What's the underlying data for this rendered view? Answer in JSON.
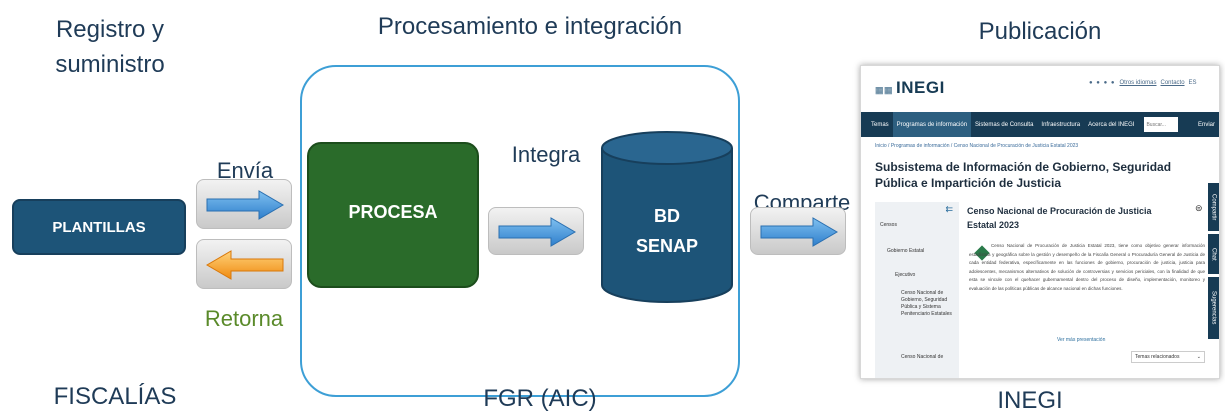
{
  "columns": {
    "registro_title": "Registro y\nsuministro",
    "procesamiento_title": "Procesamiento e integración",
    "publicacion_title": "Publicación",
    "fiscalias_label": "FISCALÍAS",
    "fgr_label": "FGR (AIC)",
    "inegi_label": "INEGI"
  },
  "flow": {
    "envia_label": "Envía",
    "retorna_label": "Retorna",
    "integra_label": "Integra",
    "comparte_label": "Comparte"
  },
  "nodes": {
    "plantillas": "PLANTILLAS",
    "procesa": "PROCESA",
    "db_line1": "BD",
    "db_line2": "SENAP"
  },
  "colors": {
    "plantillas": "#1d5478",
    "procesa": "#2a6b2a",
    "database": "#1d5478",
    "container_border": "#3d9fd6",
    "arrow_blue": "#3a8fd8",
    "arrow_orange": "#f39a1e",
    "retorna_text": "#5a8a2a"
  },
  "inegi_site": {
    "logo": "INEGI",
    "top_links": [
      "Otros idiomas",
      "Contacto",
      "ES"
    ],
    "nav": [
      "Temas",
      "Programas de información",
      "Sistemas de Consulta",
      "Infraestructura",
      "Acerca del INEGI"
    ],
    "search_placeholder": "Buscar...",
    "send_button": "Enviar",
    "breadcrumb": "Inicio / Programas de información / Censo Nacional de Procuración de Justicia Estatal 2023",
    "page_heading": "Subsistema de Información de Gobierno, Seguridad Pública e Impartición de Justicia",
    "sidebar_items": [
      "Censos",
      "Gobierno Estatal",
      "Ejecutivo",
      "Censo Nacional de Gobierno, Seguridad Pública y Sistema Penitenciario Estatales",
      "Censo Nacional de"
    ],
    "article_title": "Censo Nacional de Procuración de Justicia Estatal 2023",
    "article_body": "Censo Nacional de Procuración de Justicia Estatal 2023, tiene como objetivo generar información estadística y geográfica sobre la gestión y desempeño de la Fiscalía General o Procuraduría General de Justicia de cada entidad federativa, específicamente en las funciones de gobierno, procuración de justicia, justicia para adolescentes, mecanismos alternativos de solución de controversias y servicios periciales, con la finalidad de que esta se vincule con el quehacer gubernamental dentro del proceso de diseño, implementación, monitoreo y evaluación de las políticas públicas de alcance nacional en dichas funciones.",
    "more_link": "Ver más presentación",
    "related_select": "Temas relacionados",
    "side_tabs": [
      "Compartir",
      "Chat",
      "Sugerencias"
    ]
  }
}
